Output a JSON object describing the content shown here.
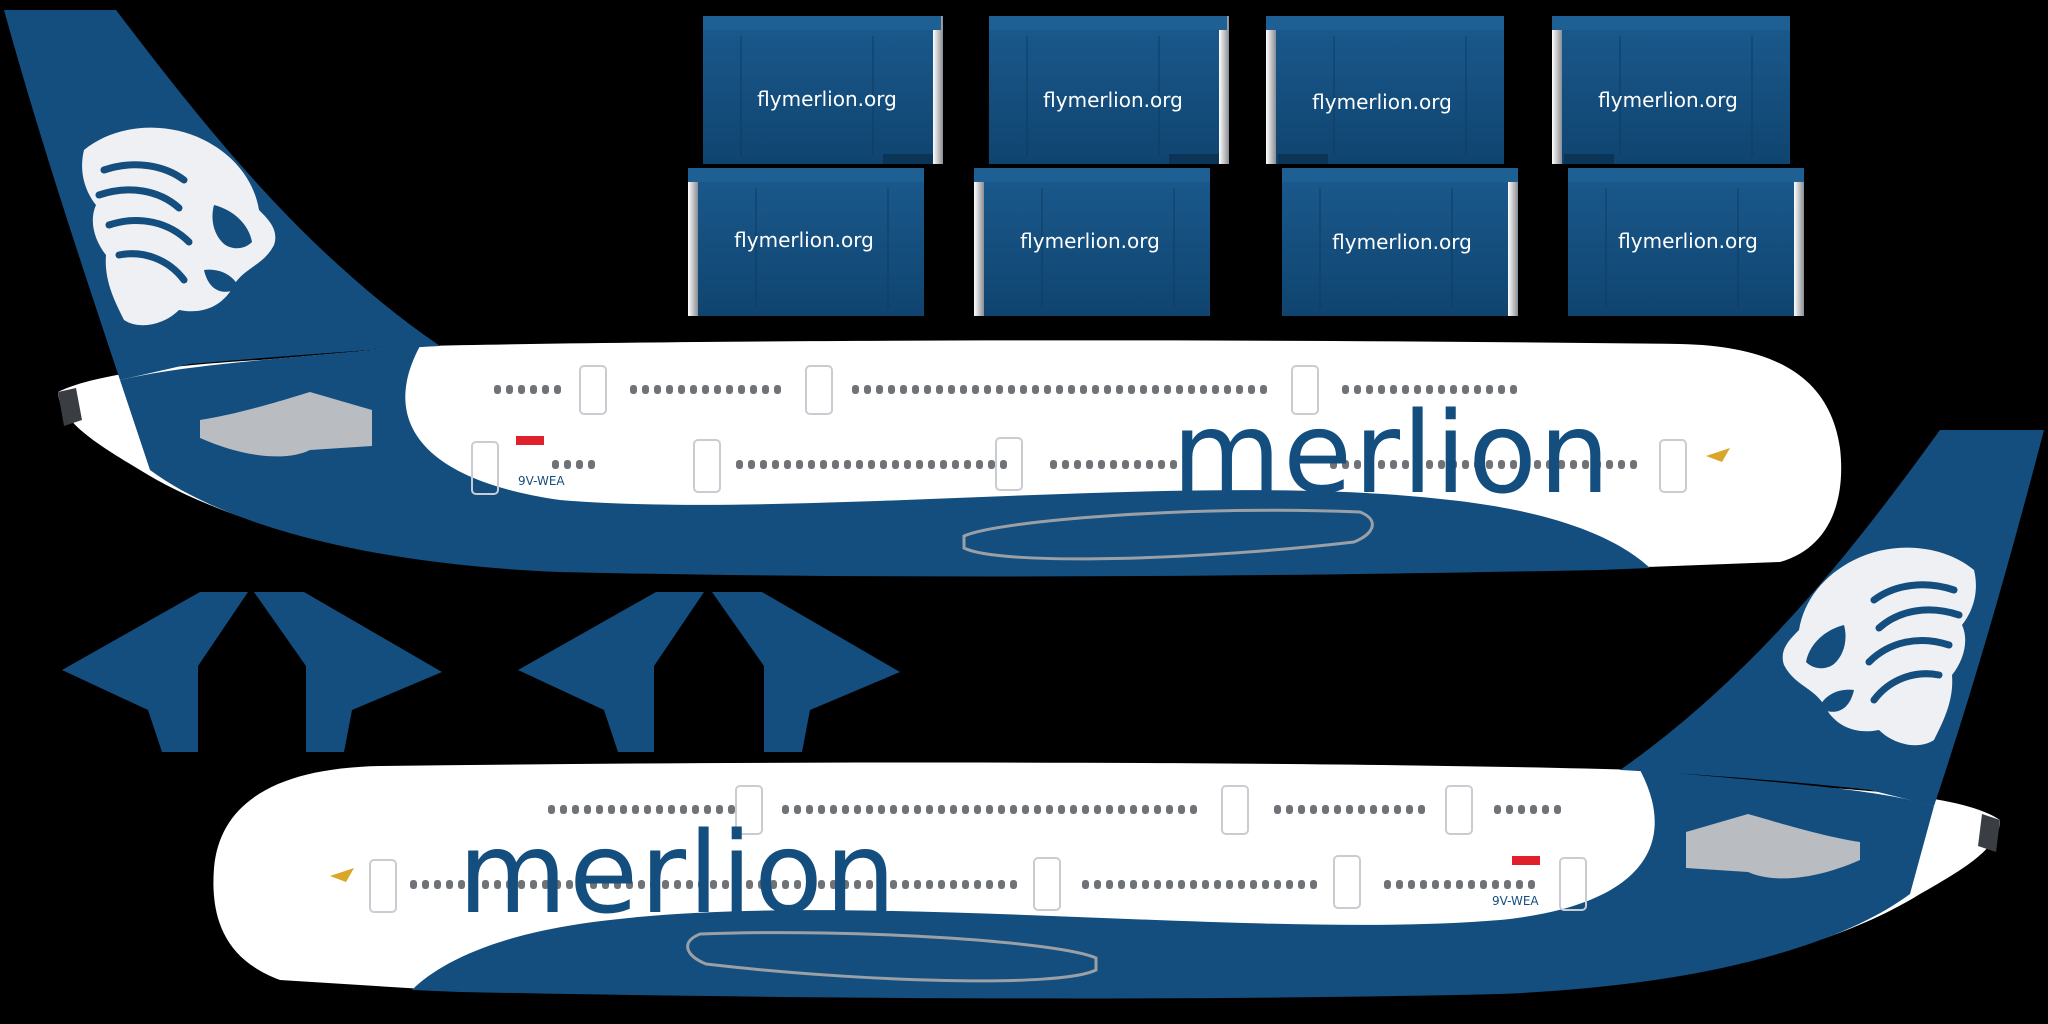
{
  "livery": {
    "brand": "merlion",
    "website": "flymerlion.org",
    "registration": "9V-WEA",
    "colors": {
      "primary_blue": "#134e7f",
      "fuselage_white": "#ffffff",
      "logo_white": "#eef0f4",
      "background": "#000000",
      "engine_grey": "#b9bcc1",
      "window_grey": "#6f7378",
      "accent_gold": "#d9a62a",
      "flag_red": "#e0202a"
    },
    "icons": [
      "lion-head-logo",
      "singapore-flag",
      "star-alliance-style-emblem"
    ]
  },
  "cowlings": [
    {
      "text": "flymerlion.org"
    },
    {
      "text": "flymerlion.org"
    },
    {
      "text": "flymerlion.org"
    },
    {
      "text": "flymerlion.org"
    },
    {
      "text": "flymerlion.org"
    },
    {
      "text": "flymerlion.org"
    },
    {
      "text": "flymerlion.org"
    },
    {
      "text": "flymerlion.org"
    }
  ],
  "fuselage_left": {
    "brand": "merlion",
    "registration": "9V-WEA"
  },
  "fuselage_right": {
    "brand": "merlion",
    "registration": "9V-WEA"
  }
}
